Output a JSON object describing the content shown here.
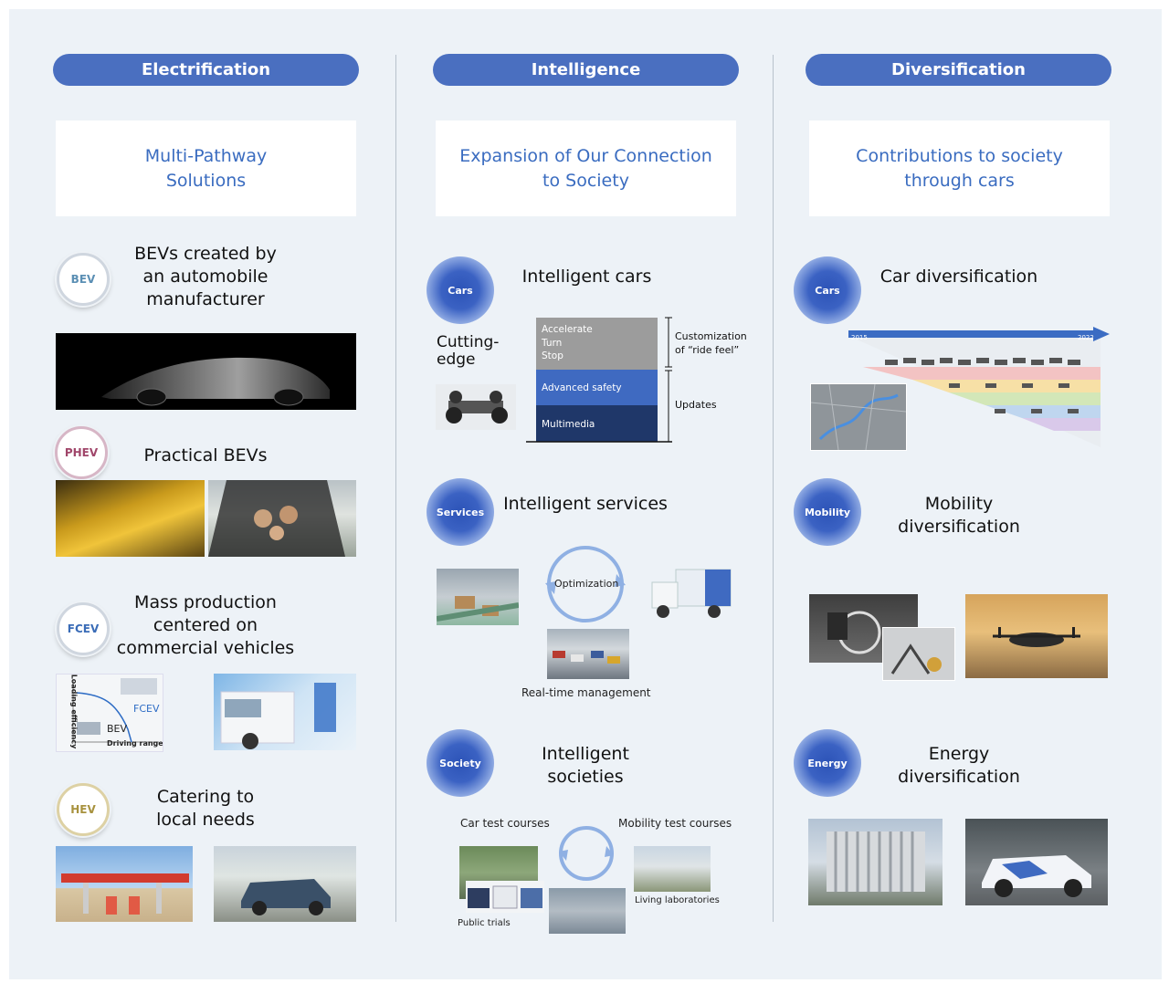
{
  "columns": {
    "electrification": {
      "title": "Electrification",
      "card": "Multi-Pathway\nSolutions",
      "bev": {
        "badge": "BEV",
        "heading": "BEVs created by\nan automobile\nmanufacturer"
      },
      "phev": {
        "badge": "PHEV",
        "heading": "Practical BEVs"
      },
      "fcev": {
        "badge": "FCEV",
        "heading": "Mass production\ncentered on\ncommercial vehicles",
        "chart_y": "Loading efficiency",
        "chart_x": "Driving range",
        "chart_fcev": "FCEV",
        "chart_bev": "BEV"
      },
      "hev": {
        "badge": "HEV",
        "heading": "Catering to\nlocal needs"
      }
    },
    "intelligence": {
      "title": "Intelligence",
      "card": "Expansion of Our Connection\nto Society",
      "cars": {
        "orb": "Cars",
        "heading": "Intelligent cars",
        "cutting_edge": "Cutting-\nedge",
        "stack_top": "Accelerate\nTurn\nStop",
        "stack_mid": "Advanced safety",
        "stack_bot": "Multimedia",
        "note_top": "Customization\nof “ride feel”",
        "note_bot": "Updates"
      },
      "services": {
        "orb": "Services",
        "heading": "Intelligent services",
        "optimization": "Optimization",
        "realtime": "Real-time management"
      },
      "society": {
        "orb": "Society",
        "heading": "Intelligent\nsocieties",
        "car_test": "Car test courses",
        "mobility_test": "Mobility test courses",
        "public_trials": "Public trials",
        "living_labs": "Living laboratories"
      }
    },
    "diversification": {
      "title": "Diversification",
      "card": "Contributions to society\nthrough cars",
      "cars": {
        "orb": "Cars",
        "heading": "Car diversification",
        "year_start": "2015",
        "year_end": "2022"
      },
      "mobility": {
        "orb": "Mobility",
        "heading": "Mobility\ndiversification"
      },
      "energy": {
        "orb": "Energy",
        "heading": "Energy\ndiversification"
      }
    }
  },
  "colors": {
    "accent": "#4a6fc0",
    "card_text": "#3a6cc0",
    "panel": "#edf2f7"
  }
}
